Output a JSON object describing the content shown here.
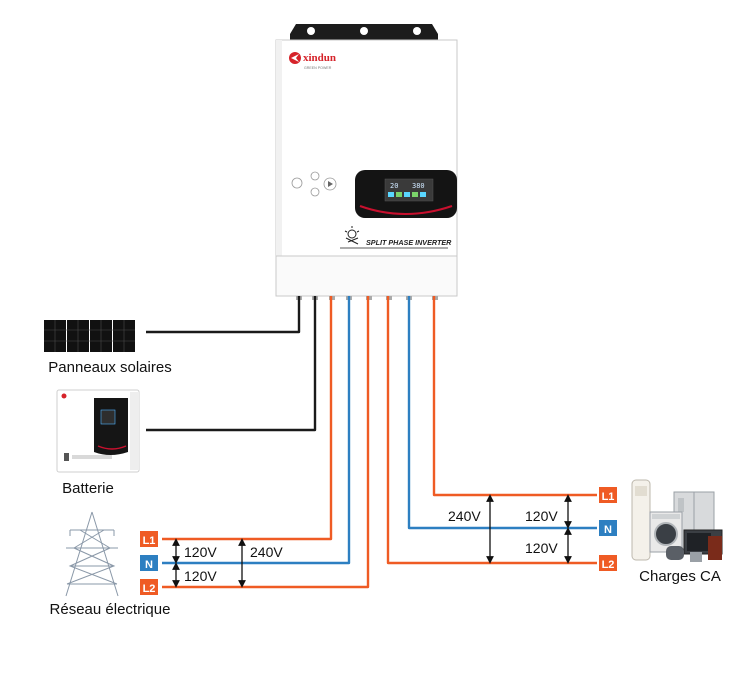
{
  "inverter": {
    "brand": "xindun",
    "brand_sub": "GREEN POWER",
    "model_label": "SPLIT PHASE INVERTER",
    "lcd_reading_left": "20",
    "lcd_reading_right": "380"
  },
  "components": {
    "solar_label": "Panneaux solaires",
    "battery_label": "Batterie",
    "grid_label": "Réseau électrique",
    "loads_label": "Charges CA"
  },
  "grid_side": {
    "badges": [
      "L1",
      "N",
      "L2"
    ],
    "v_l1_n": "120V",
    "v_n_l2": "120V",
    "v_l1_l2": "240V"
  },
  "load_side": {
    "badges": [
      "L1",
      "N",
      "L2"
    ],
    "v_l1_l2": "240V",
    "v_l1_n": "120V",
    "v_n_l2": "120V"
  },
  "colors": {
    "line_phase": "#ef5b24",
    "line_neutral": "#2d7fc1",
    "line_dc": "#1a1a1a",
    "badge_phase": "#ef5b24",
    "badge_neutral": "#2d7fc1",
    "brand_red": "#d6232a"
  }
}
